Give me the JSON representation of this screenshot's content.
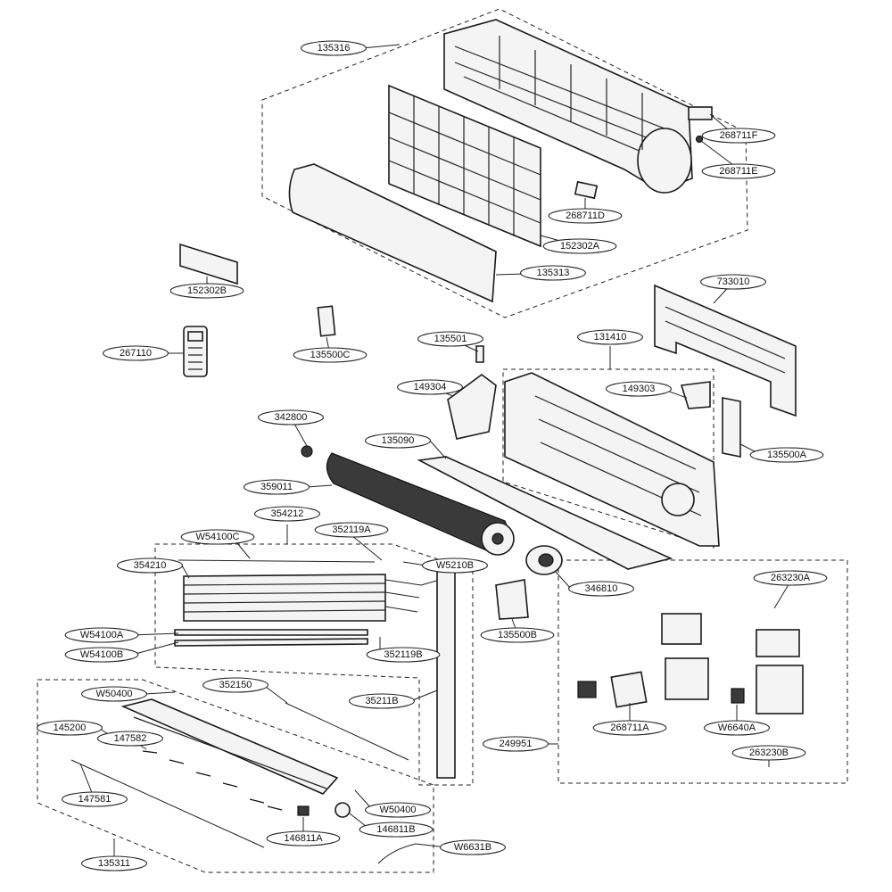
{
  "callouts": [
    {
      "id": "135316",
      "label": "135316"
    },
    {
      "id": "268711F",
      "label": "268711F"
    },
    {
      "id": "268711E",
      "label": "268711E"
    },
    {
      "id": "268711D",
      "label": "268711D"
    },
    {
      "id": "152302A",
      "label": "152302A"
    },
    {
      "id": "135313",
      "label": "135313"
    },
    {
      "id": "152302B",
      "label": "152302B"
    },
    {
      "id": "267110",
      "label": "267110"
    },
    {
      "id": "135500C",
      "label": "135500C"
    },
    {
      "id": "135501",
      "label": "135501"
    },
    {
      "id": "131410",
      "label": "131410"
    },
    {
      "id": "733010",
      "label": "733010"
    },
    {
      "id": "149304",
      "label": "149304"
    },
    {
      "id": "149303",
      "label": "149303"
    },
    {
      "id": "342800",
      "label": "342800"
    },
    {
      "id": "135090",
      "label": "135090"
    },
    {
      "id": "135500A",
      "label": "135500A"
    },
    {
      "id": "359011",
      "label": "359011"
    },
    {
      "id": "354212",
      "label": "354212"
    },
    {
      "id": "W54100C",
      "label": "W54100C"
    },
    {
      "id": "352119A",
      "label": "352119A"
    },
    {
      "id": "W5210B",
      "label": "W5210B"
    },
    {
      "id": "354210",
      "label": "354210"
    },
    {
      "id": "346810",
      "label": "346810"
    },
    {
      "id": "263230A",
      "label": "263230A"
    },
    {
      "id": "135500B",
      "label": "135500B"
    },
    {
      "id": "W54100A",
      "label": "W54100A"
    },
    {
      "id": "W54100B",
      "label": "W54100B"
    },
    {
      "id": "352119B",
      "label": "352119B"
    },
    {
      "id": "W50400_top",
      "label": "W50400"
    },
    {
      "id": "352150",
      "label": "352150"
    },
    {
      "id": "35211B",
      "label": "35211B"
    },
    {
      "id": "145200",
      "label": "145200"
    },
    {
      "id": "147582",
      "label": "147582"
    },
    {
      "id": "268711A",
      "label": "268711A"
    },
    {
      "id": "W6640A",
      "label": "W6640A"
    },
    {
      "id": "249951",
      "label": "249951"
    },
    {
      "id": "263230B",
      "label": "263230B"
    },
    {
      "id": "147581",
      "label": "147581"
    },
    {
      "id": "W50400_bottom",
      "label": "W50400"
    },
    {
      "id": "146811A",
      "label": "146811A"
    },
    {
      "id": "146811B",
      "label": "146811B"
    },
    {
      "id": "W6631B",
      "label": "W6631B"
    },
    {
      "id": "135311",
      "label": "135311"
    }
  ]
}
